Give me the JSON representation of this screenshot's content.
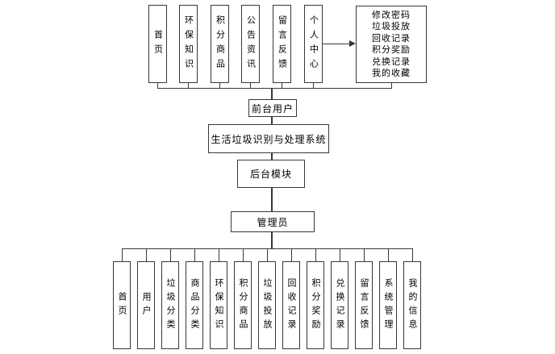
{
  "palette": {
    "line": "#383838",
    "box_background": "#ffffff",
    "text": "#000000"
  },
  "front": {
    "role_label": "前台用户",
    "menus": [
      "首页",
      "环保知识",
      "积分商品",
      "公告资讯",
      "留言反馈",
      "个人中心"
    ],
    "personal_center_items": [
      "修改密码",
      "垃圾投放",
      "回收记录",
      "积分奖励",
      "兑换记录",
      "我的收藏"
    ]
  },
  "system": {
    "title": "生活垃圾识别与处理系统",
    "backend_label": "后台模块",
    "admin_role_label": "管理员"
  },
  "admin": {
    "menus": [
      "首页",
      "用户",
      "垃圾分类",
      "商品分类",
      "环保知识",
      "积分商品",
      "垃圾投放",
      "回收记录",
      "积分奖励",
      "兑换记录",
      "留言反馈",
      "系统管理",
      "我的信息"
    ]
  }
}
